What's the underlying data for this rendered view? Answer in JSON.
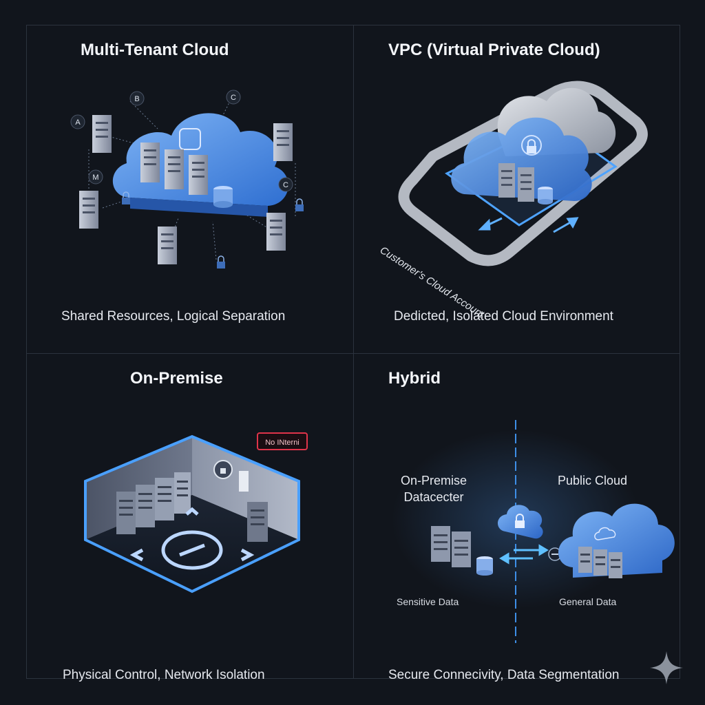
{
  "panels": {
    "multi_tenant": {
      "title": "Multi-Tenant Cloud",
      "caption": "Shared Resources, Logical Separation",
      "tenant_labels": [
        "A",
        "B",
        "C",
        "M",
        "C"
      ]
    },
    "vpc": {
      "title": "VPC (Virtual Private Cloud)",
      "caption": "Dedicted, Isolated Cloud Environment",
      "boundary_label": "Customer's Cloud Account"
    },
    "on_premise": {
      "title": "On-Premise",
      "caption": "Physical Control, Network Isolation",
      "sign_text": "No INterni"
    },
    "hybrid": {
      "title": "Hybrid",
      "caption": "Secure Connecivity, Data Segmentation",
      "left_label_line1": "On-Premise",
      "left_label_line2": "Datacecter",
      "right_label": "Public Cloud",
      "left_data": "Sensitive Data",
      "right_data": "General Data"
    }
  },
  "colors": {
    "background": "#11151c",
    "divider": "#2c333e",
    "cloud_blue": "#4c8fe6",
    "accent_glow": "#5aa6ff",
    "warning_red": "#e0344a"
  }
}
